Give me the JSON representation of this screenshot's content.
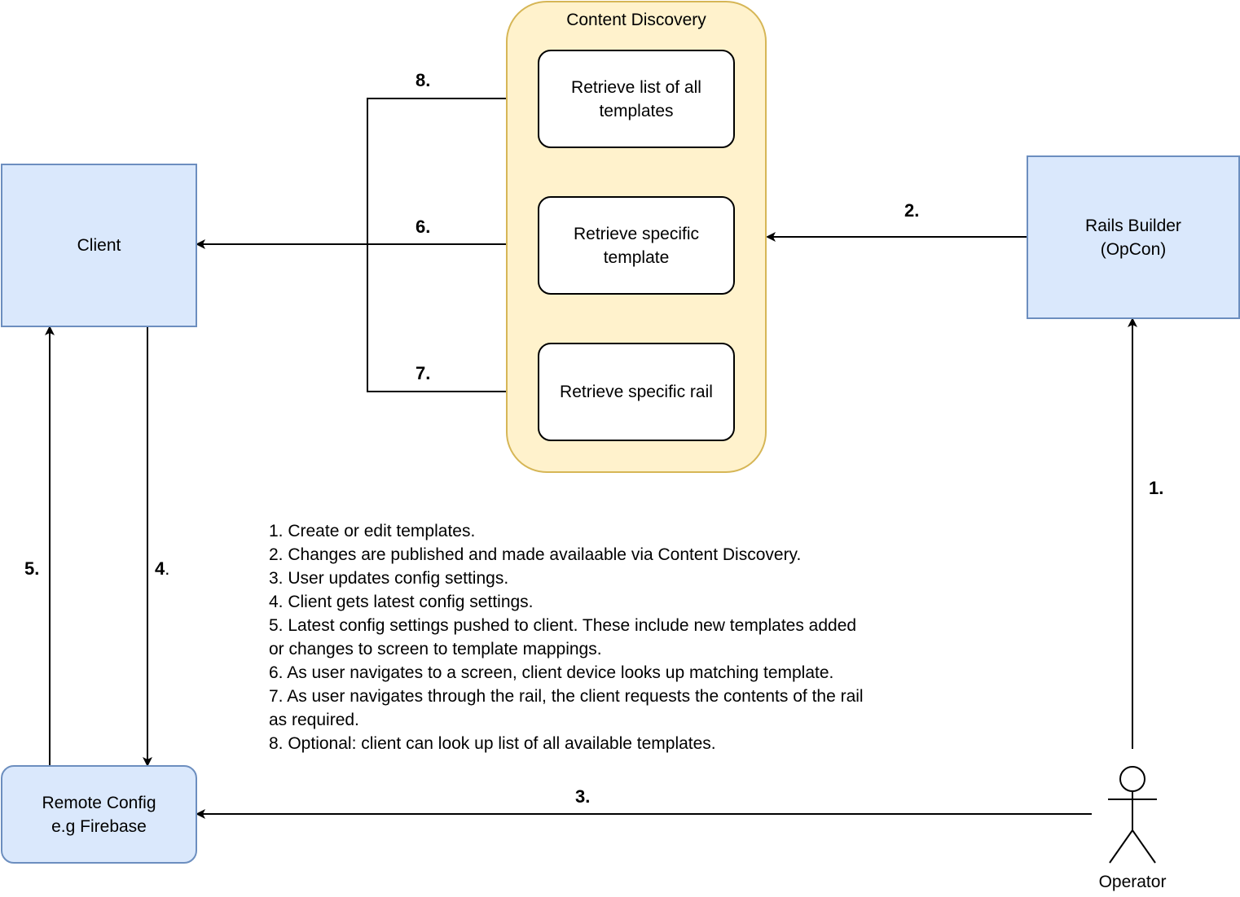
{
  "content_discovery": {
    "title": "Content Discovery",
    "items": [
      "Retrieve list of all\ntemplates",
      "Retrieve specific\ntemplate",
      "Retrieve specific rail"
    ]
  },
  "client": {
    "label": "Client"
  },
  "rails_builder": {
    "label": "Rails Builder\n(OpCon)"
  },
  "remote_config": {
    "label": "Remote Config\ne.g Firebase"
  },
  "operator": {
    "label": "Operator"
  },
  "steps": {
    "s1": "1.",
    "s2": "2.",
    "s3": "3.",
    "s4": "4",
    "s4_dot": ".",
    "s5": "5.",
    "s6": "6.",
    "s7": "7.",
    "s8": "8."
  },
  "notes": [
    "1. Create or edit templates.",
    "2. Changes are published and made availaable via Content Discovery.",
    "3. User updates config settings.",
    "4. Client gets latest config settings.",
    "5. Latest config settings pushed to client. These include new templates added",
    "or changes to screen to template mappings.",
    "6. As user navigates to a screen, client device looks up matching template.",
    "7. As user navigates through the rail, the client requests the contents of the rail",
    "as required.",
    "8. Optional: client can look up list of all available templates."
  ]
}
